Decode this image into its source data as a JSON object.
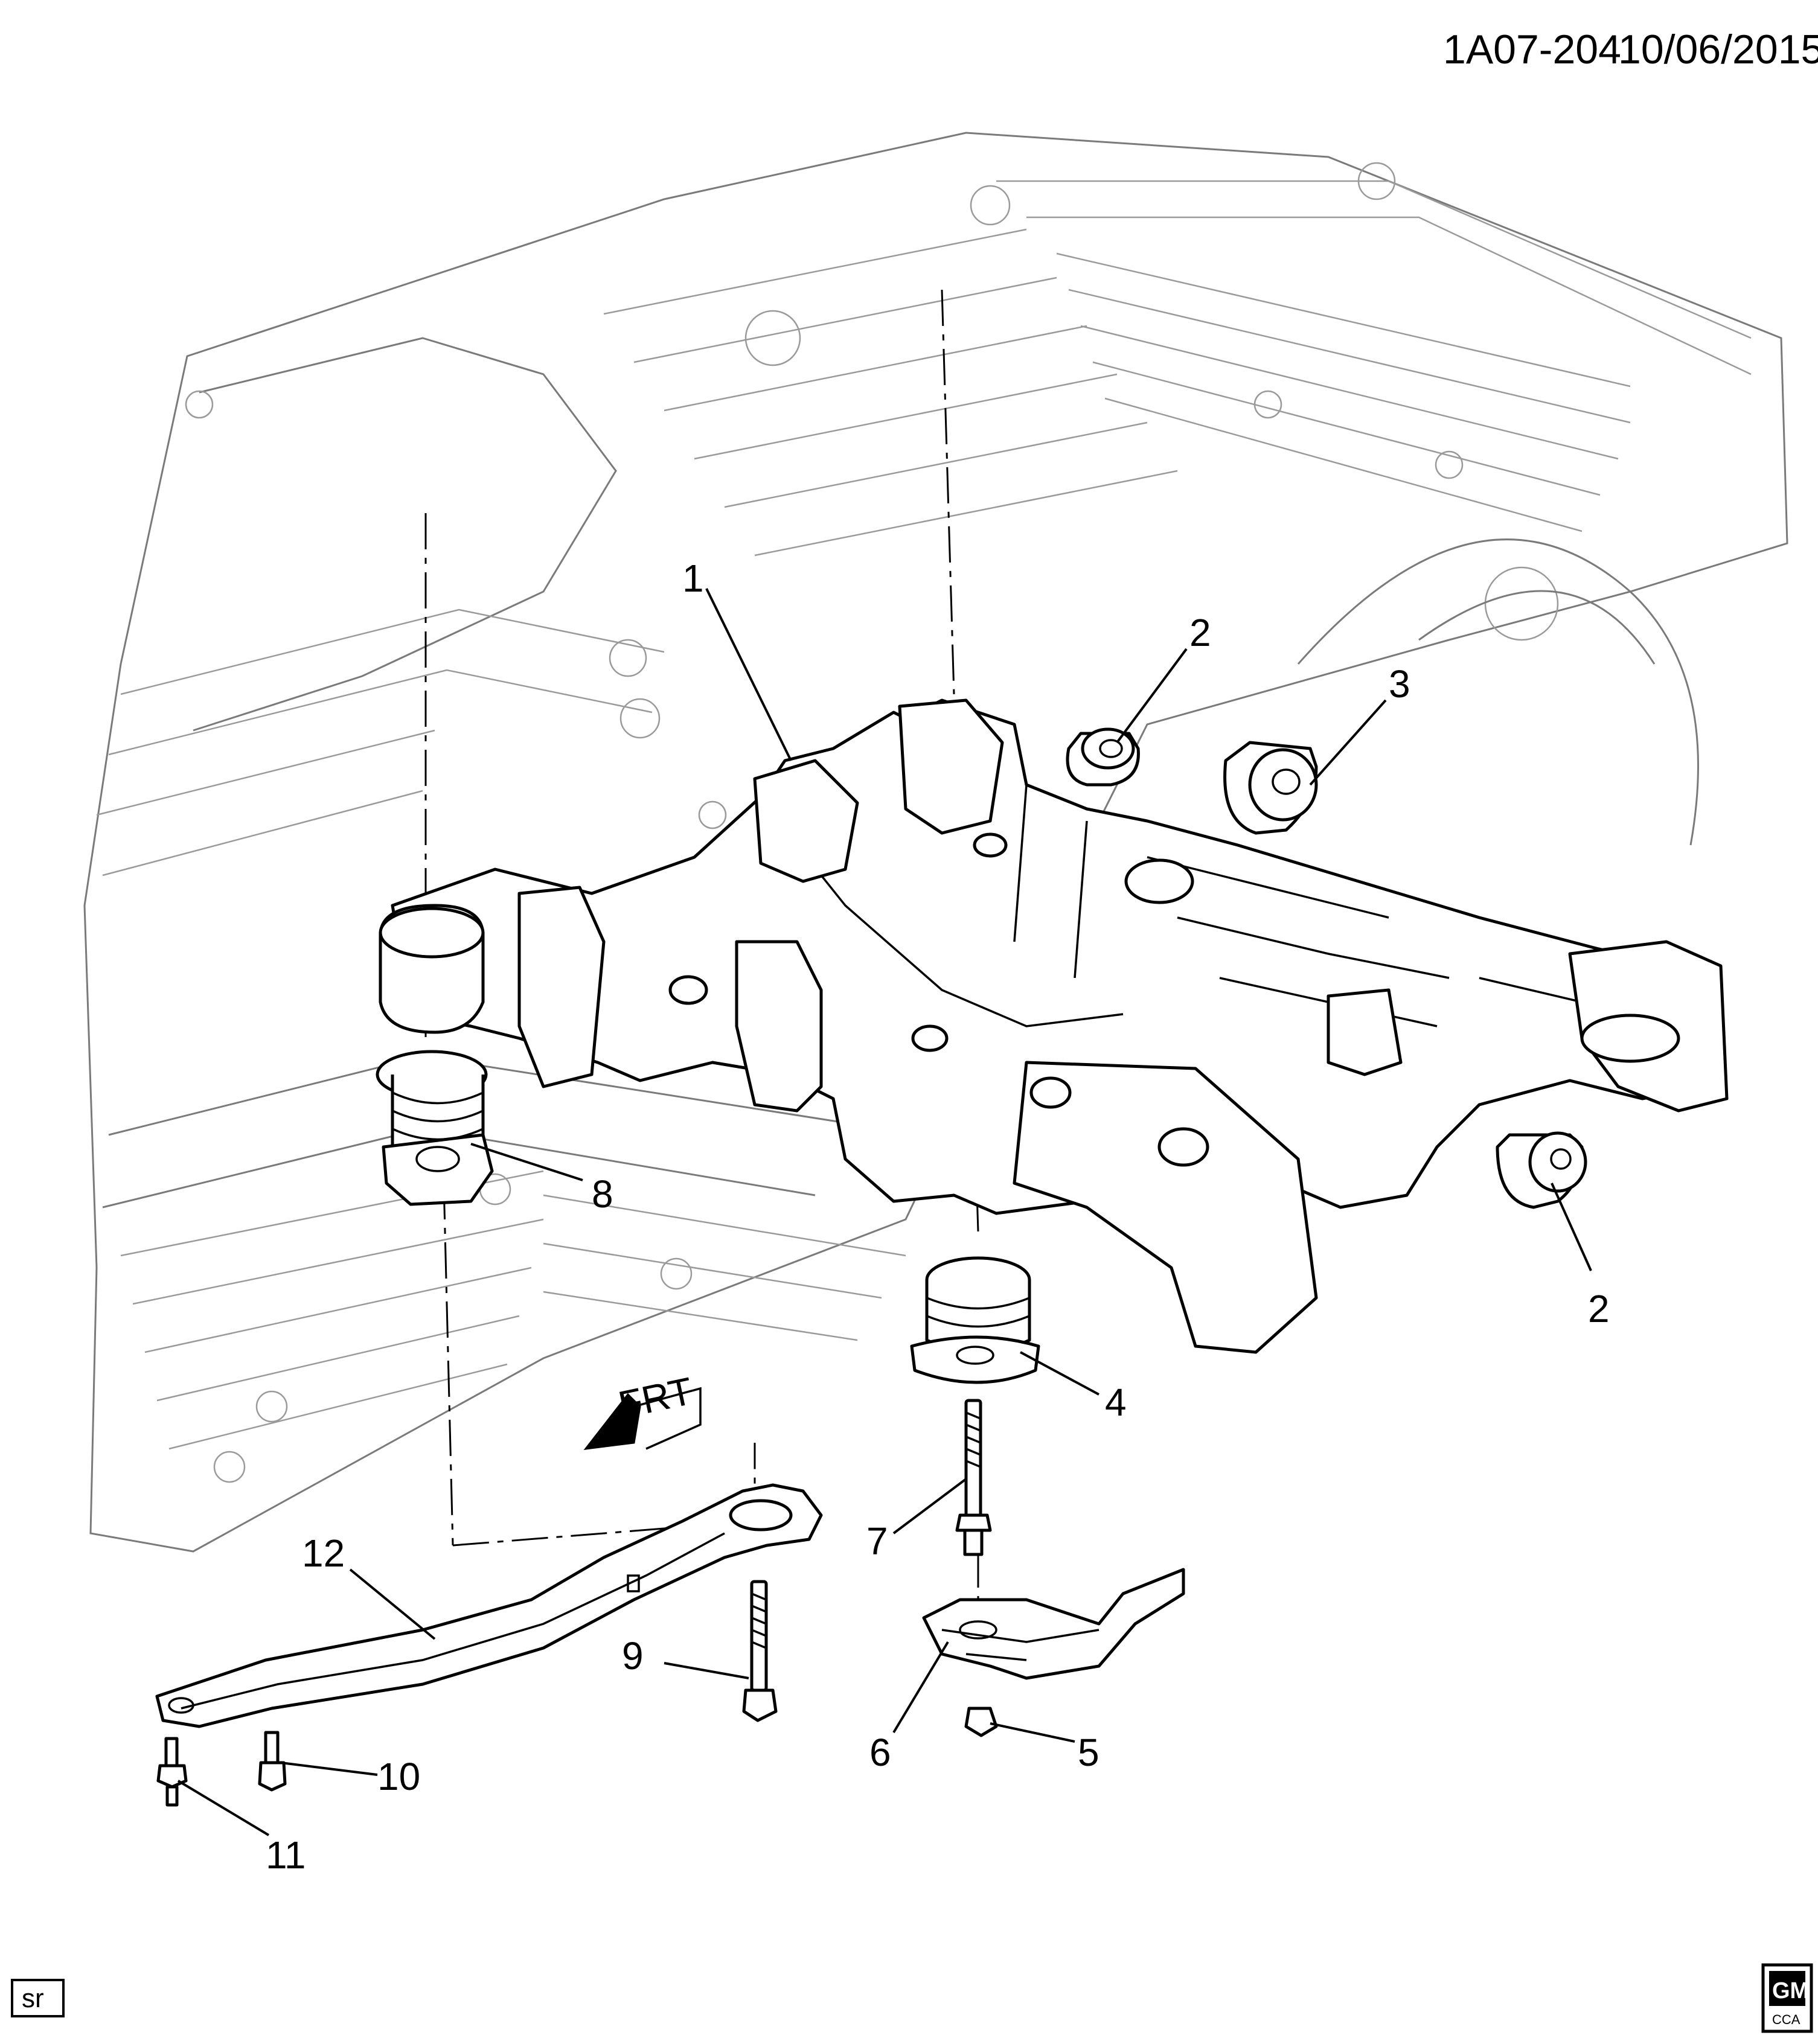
{
  "header": {
    "illustration_id": "1A07-204",
    "date": "10/06/2015"
  },
  "callouts": {
    "c1": "1",
    "c2a": "2",
    "c3": "3",
    "c2b": "2",
    "c4": "4",
    "c5": "5",
    "c6": "6",
    "c7": "7",
    "c8": "8",
    "c9": "9",
    "c10": "10",
    "c11": "11",
    "c12": "12"
  },
  "direction_label": "FRT",
  "corner_tag": "sr",
  "logo": {
    "text_top": "GM",
    "text_bottom": "CCA"
  }
}
